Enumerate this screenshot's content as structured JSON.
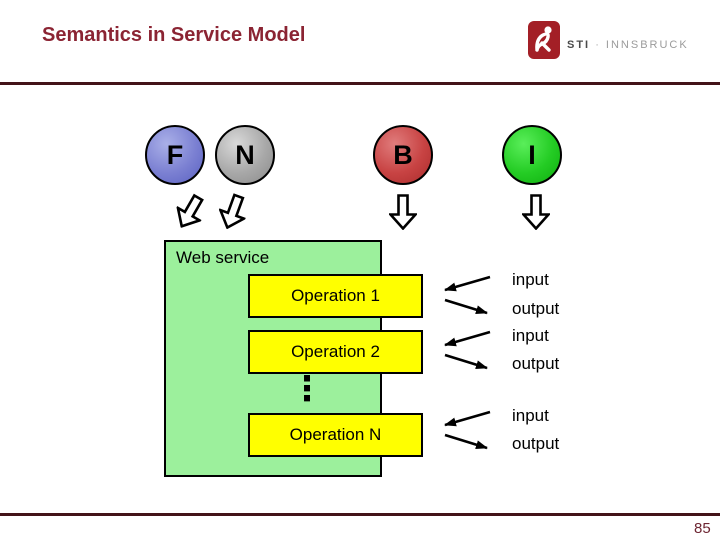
{
  "slide": {
    "title": "Semantics in Service Model",
    "page_number": "85"
  },
  "logo": {
    "brand": "STI",
    "separator": "·",
    "location": "INNSBRUCK"
  },
  "circles": [
    {
      "label": "F",
      "color": "#7b80d2"
    },
    {
      "label": "N",
      "color": "#a8a8a8"
    },
    {
      "label": "B",
      "color": "#c84343"
    },
    {
      "label": "I",
      "color": "#24cc24"
    }
  ],
  "web_service": {
    "label": "Web service",
    "operations": [
      "Operation 1",
      "Operation 2",
      "Operation N"
    ],
    "ellipsis": "⋮"
  },
  "io": [
    {
      "input": "input",
      "output": "output"
    },
    {
      "input": "input",
      "output": "output"
    },
    {
      "input": "input",
      "output": "output"
    }
  ],
  "colors": {
    "title": "#8b2433",
    "rule": "#431318",
    "logo_square": "#a31f26",
    "web_service_fill": "#9cf09c",
    "operation_fill": "#ffff00"
  }
}
